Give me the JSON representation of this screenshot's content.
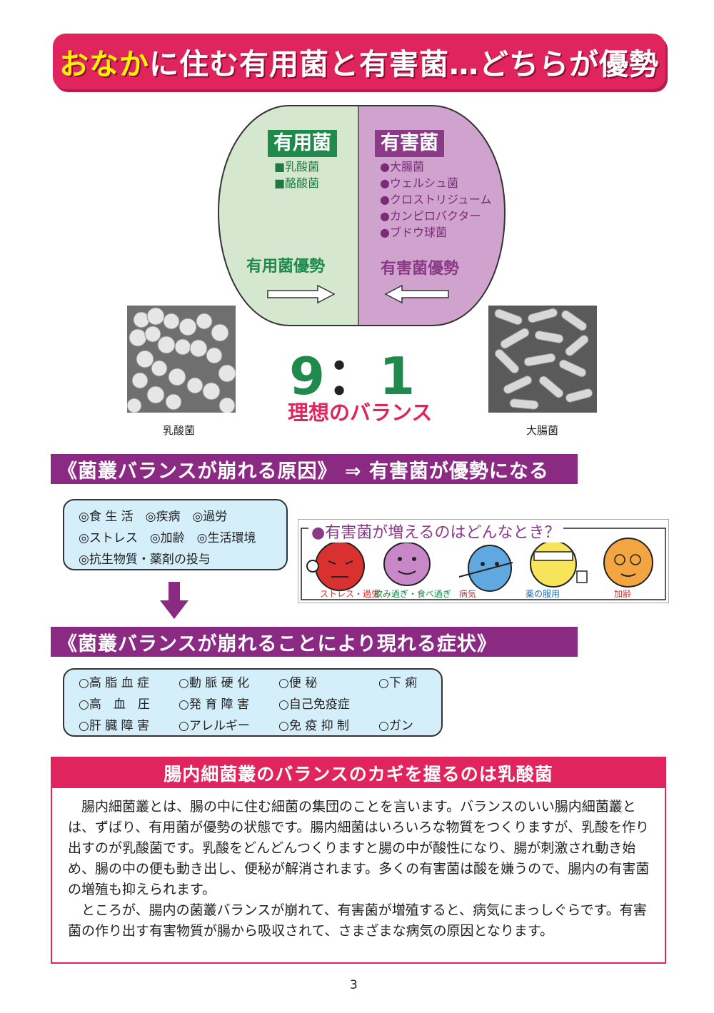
{
  "title": {
    "highlight": "おなか",
    "rest": "に住む有用菌と有害菌…どちらが優勢"
  },
  "diagram": {
    "good_label": "有用菌",
    "good_items": [
      "■乳酸菌",
      "■酪酸菌"
    ],
    "bad_label": "有害菌",
    "bad_items": [
      "●大腸菌",
      "●ウェルシュ菌",
      "●クロストリジューム",
      "●カンピロバクター",
      "●ブドウ球菌"
    ],
    "good_dominant": "有用菌優勢",
    "bad_dominant": "有害菌優勢",
    "colors": {
      "good": "#d5e8cf",
      "bad": "#cfa3cd",
      "good_text": "#1f8a4c",
      "bad_text": "#8b3a87"
    }
  },
  "photos": {
    "left_caption": "乳酸菌",
    "right_caption": "大腸菌"
  },
  "ratio": {
    "left": "9",
    "sep": "：",
    "right": "1",
    "label": "理想のバランス"
  },
  "section1": {
    "heading": "《菌叢バランスが崩れる原因》 ⇒ 有害菌が優勢になる",
    "causes": [
      "◎食 生 活　◎疾病　◎過労",
      "◎ストレス　◎加齢　◎生活環境",
      "◎抗生物質・薬剤の投与"
    ]
  },
  "cartoon": {
    "title": "●有害菌が増えるのはどんなとき？",
    "labels": [
      "ストレス・過労",
      "飲み過ぎ・食べ過ぎ",
      "病気",
      "薬の服用",
      "加齢"
    ]
  },
  "section2": {
    "heading": "《菌叢バランスが崩れることにより現れる症状》",
    "symptoms": [
      [
        "○高 脂 血 症",
        "○動 脈 硬 化",
        "○便 秘",
        "○下 痢"
      ],
      [
        "○高　血　圧",
        "○発 育 障 害",
        "○自己免疫症",
        ""
      ],
      [
        "○肝 臓 障 害",
        "○アレルギー",
        "○免 疫 抑 制",
        "○ガン"
      ]
    ]
  },
  "bottom": {
    "heading": "腸内細菌叢のバランスのカギを握るのは乳酸菌",
    "paragraphs": [
      "腸内細菌叢とは、腸の中に住む細菌の集団のことを言います。バランスのいい腸内細菌叢とは、ずばり、有用菌が優勢の状態です。腸内細菌はいろいろな物質をつくりますが、乳酸を作り出すのが乳酸菌です。乳酸をどんどんつくりますと腸の中が酸性になり、腸が刺激され動き始め、腸の中の便も動き出し、便秘が解消されます。多くの有害菌は酸を嫌うので、腸内の有害菌の増殖も抑えられます。",
      "ところが、腸内の菌叢バランスが崩れて、有害菌が増殖すると、病気にまっしぐらです。有害菌の作り出す有害物質が腸から吸収されて、さまざまな病気の原因となります。"
    ]
  },
  "page_number": "3"
}
